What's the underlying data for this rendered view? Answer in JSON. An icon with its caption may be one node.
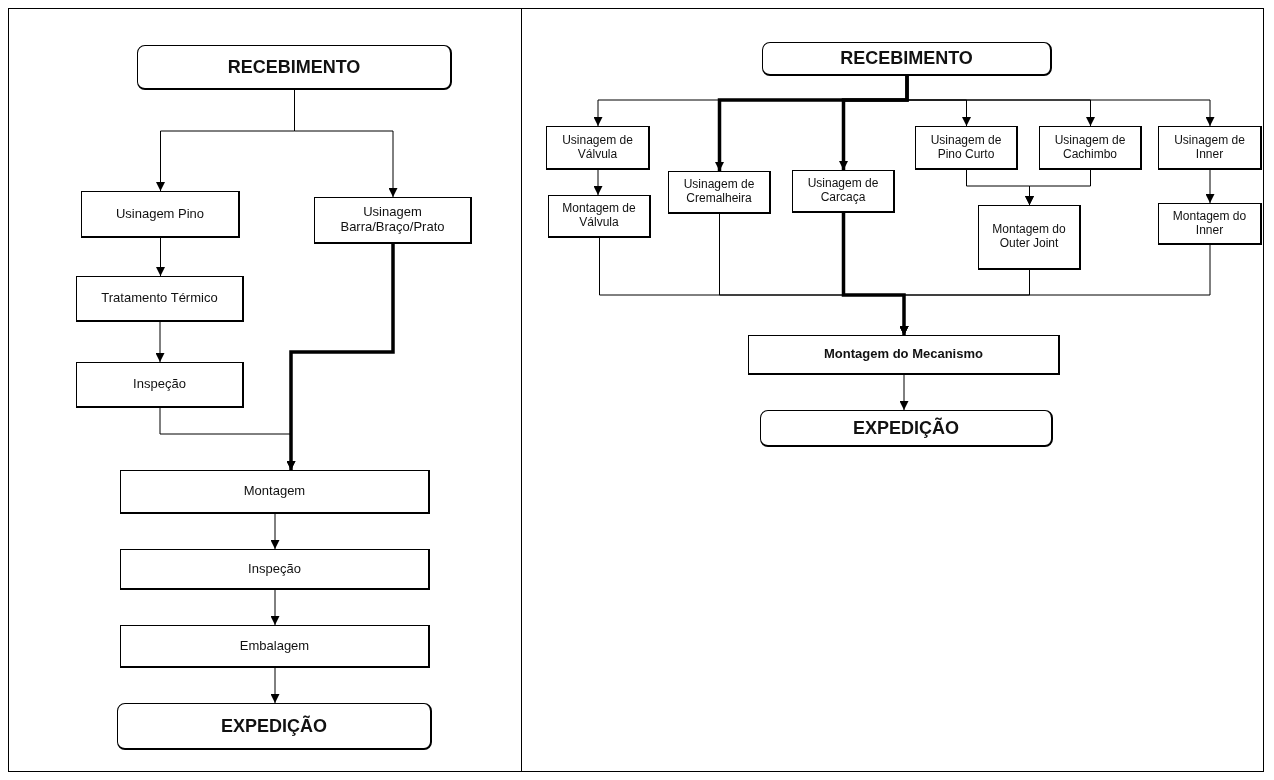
{
  "diagram": {
    "nodes": [
      {
        "text": [
          "RECEBIMENTO"
        ]
      },
      {
        "text": [
          "Usinagem Pino"
        ]
      },
      {
        "text": [
          "Usinagem Barra/Braço/Prato"
        ]
      },
      {
        "text": [
          "Tratamento Térmico"
        ]
      },
      {
        "text": [
          "Inspeção"
        ]
      },
      {
        "text": [
          "Montagem"
        ]
      },
      {
        "text": [
          "Inspeção"
        ]
      },
      {
        "text": [
          "Embalagem"
        ]
      },
      {
        "text": [
          "EXPEDIÇÃO"
        ]
      },
      {
        "text": [
          "RECEBIMENTO"
        ]
      },
      {
        "text": [
          "Usinagem de Válvula"
        ]
      },
      {
        "text": [
          "Montagem de Válvula"
        ]
      },
      {
        "text": [
          "Usinagem de Cremalheira"
        ]
      },
      {
        "text": [
          "Usinagem de Carcaça"
        ]
      },
      {
        "text": [
          "Usinagem de Pino Curto"
        ]
      },
      {
        "text": [
          "Usinagem de Cachimbo"
        ]
      },
      {
        "text": [
          "Montagem do Outer Joint"
        ]
      },
      {
        "text": [
          "Usinagem de Inner"
        ]
      },
      {
        "text": [
          "Montagem do Inner"
        ]
      },
      {
        "text": [
          "Montagem do Mecanismo"
        ]
      },
      {
        "text": [
          "EXPEDIÇÃO"
        ]
      }
    ],
    "edges": [
      {
        "from": 0,
        "to": 1,
        "arrow": "to"
      },
      {
        "from": 0,
        "to": 2,
        "arrow": "to"
      },
      {
        "from": 1,
        "to": 3,
        "arrow": "to"
      },
      {
        "from": 3,
        "to": 4,
        "arrow": "to"
      },
      {
        "from": 4,
        "to": 5,
        "arrow": "to"
      },
      {
        "from": 2,
        "to": 5,
        "arrow": "to",
        "style": "thick"
      },
      {
        "from": 5,
        "to": 6,
        "arrow": "to"
      },
      {
        "from": 6,
        "to": 7,
        "arrow": "to"
      },
      {
        "from": 7,
        "to": 8,
        "arrow": "to"
      },
      {
        "from": 9,
        "to": 10,
        "arrow": "to"
      },
      {
        "from": 9,
        "to": 12,
        "arrow": "to",
        "style": "thick"
      },
      {
        "from": 9,
        "to": 13,
        "arrow": "to",
        "style": "thick"
      },
      {
        "from": 9,
        "to": 14,
        "arrow": "to"
      },
      {
        "from": 9,
        "to": 15,
        "arrow": "to"
      },
      {
        "from": 9,
        "to": 17,
        "arrow": "to"
      },
      {
        "from": 10,
        "to": 11,
        "arrow": "to"
      },
      {
        "from": 14,
        "to": 16,
        "arrow": "to"
      },
      {
        "from": 15,
        "to": 16,
        "arrow": "to"
      },
      {
        "from": 17,
        "to": 18,
        "arrow": "to"
      },
      {
        "from": 11,
        "to": 19,
        "arrow": "to"
      },
      {
        "from": 12,
        "to": 19,
        "arrow": "to"
      },
      {
        "from": 13,
        "to": 19,
        "arrow": "to",
        "style": "thick"
      },
      {
        "from": 16,
        "to": 19,
        "arrow": "to"
      },
      {
        "from": 18,
        "to": 19,
        "arrow": "to"
      },
      {
        "from": 19,
        "to": 20,
        "arrow": "to"
      }
    ]
  }
}
